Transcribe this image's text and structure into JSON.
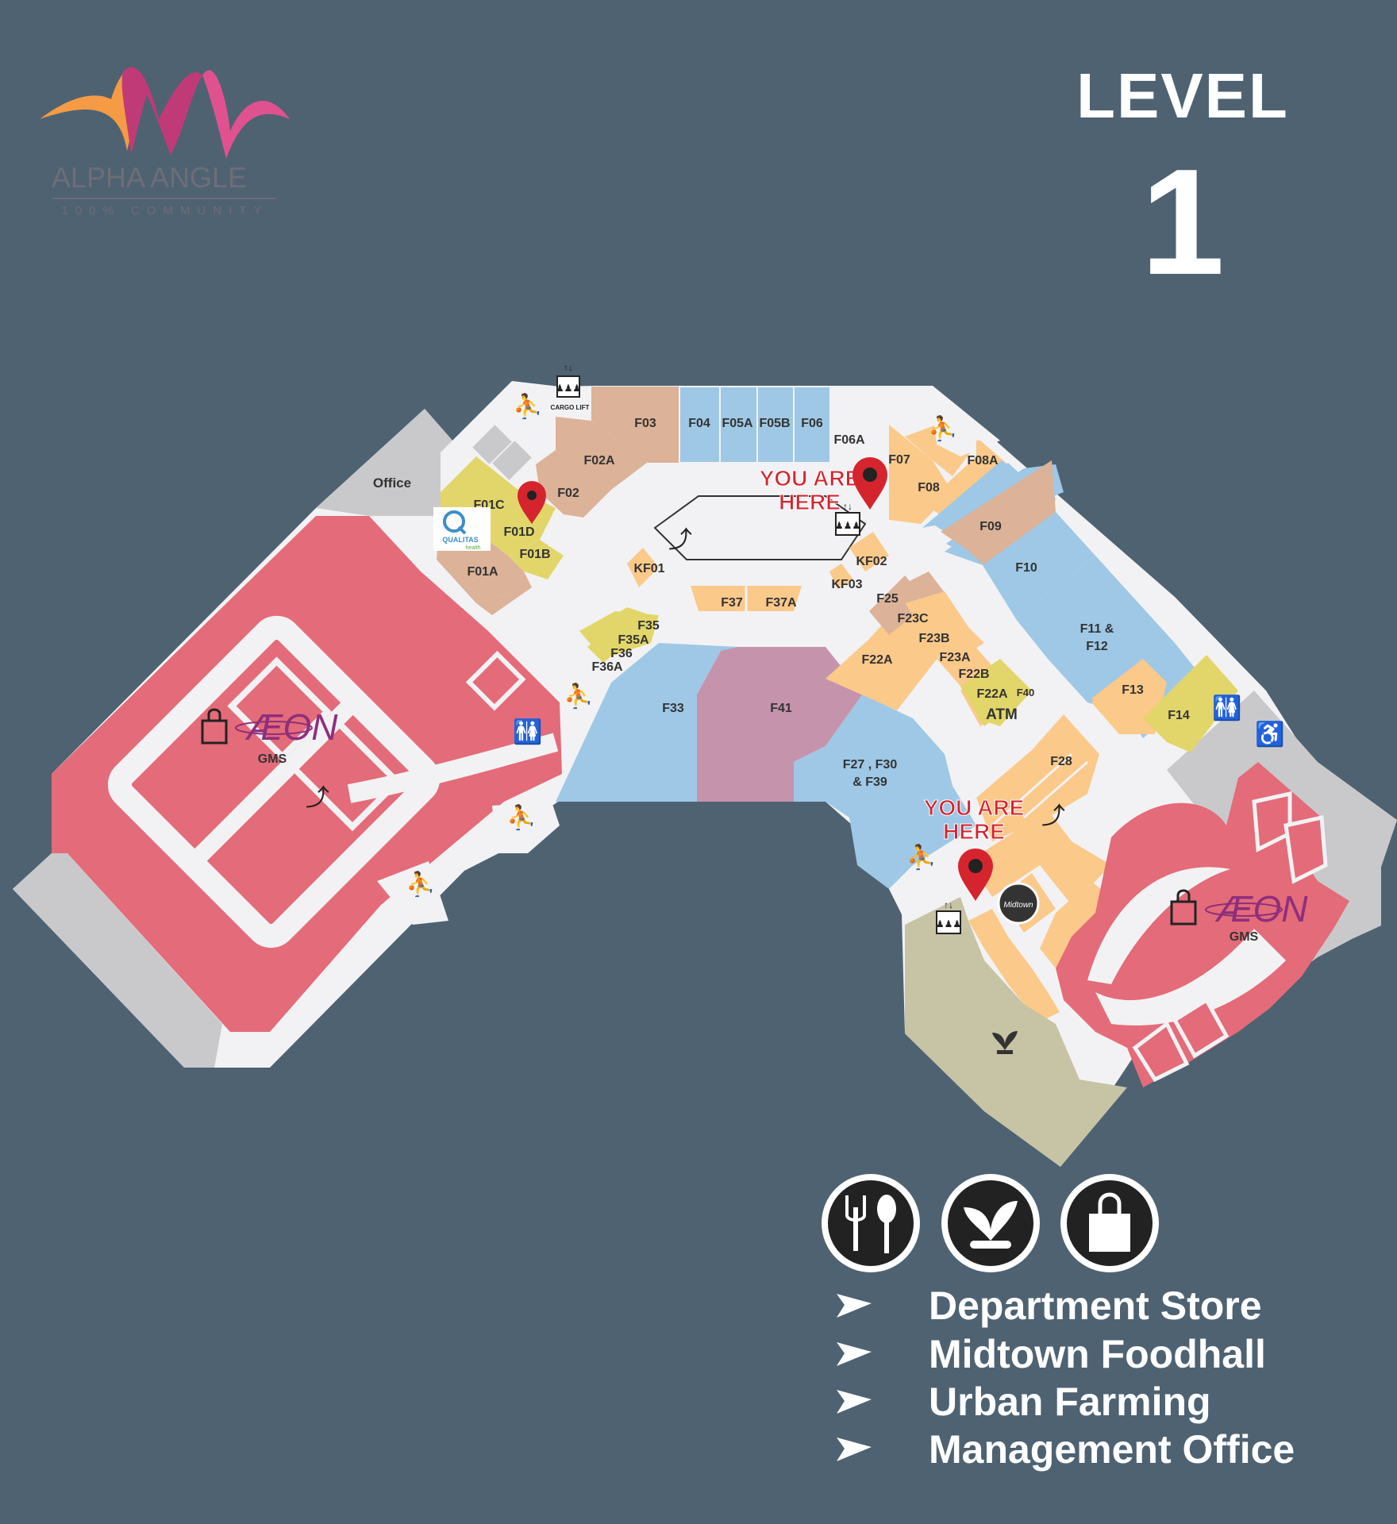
{
  "logo": {
    "name": "ALPHA ANGLE",
    "tagline": "100% COMMUNITY"
  },
  "level": {
    "word": "LEVEL",
    "number": "1"
  },
  "colors": {
    "background": "#4e6272",
    "corridor": "#f2f2f4",
    "department_store": "#e46b79",
    "food": "#fbc98a",
    "retail_blue": "#9ec8e6",
    "retail_brown": "#dcb298",
    "retail_yellow": "#e2d66a",
    "special_purple": "#c693ad",
    "service_gray": "#c8c8c8",
    "urban_farming": "#c7c3a5",
    "marker_red": "#d6242e"
  },
  "lots": {
    "f01a": "F01A",
    "f01b": "F01B",
    "f01c": "F01C",
    "f01d": "F01D",
    "f02": "F02",
    "f02a": "F02A",
    "f03": "F03",
    "f04": "F04",
    "f05a": "F05A",
    "f05b": "F05B",
    "f06": "F06",
    "f06a": "F06A",
    "f07": "F07",
    "f08": "F08",
    "f08a": "F08A",
    "f09": "F09",
    "f10": "F10",
    "f11_line1": "F11 &",
    "f11_line2": "F12",
    "f13": "F13",
    "f14": "F14",
    "kf01": "KF01",
    "kf02": "KF02",
    "kf03": "KF03",
    "f37": "F37",
    "f37a": "F37A",
    "f35": "F35",
    "f35a": "F35A",
    "f36": "F36",
    "f36a": "F36A",
    "f33": "F33",
    "f41": "F41",
    "f27_line1": "F27 , F30",
    "f27_line2": "& F39",
    "f25": "F25",
    "f23c": "F23C",
    "f23b": "F23B",
    "f23a": "F23A",
    "f22a_big": "F22A",
    "f22b": "F22B",
    "f22a_small": "F22A",
    "f40": "F40",
    "atm": "ATM",
    "f28": "F28",
    "office": "Office"
  },
  "labels": {
    "aeon_brand": "ÆON",
    "gms": "GMS",
    "cargo_lift": "CARGO LIFT",
    "you_are": "YOU ARE",
    "here": "HERE",
    "qualitas_line1": "QUALITAS",
    "qualitas_line2": "health",
    "midtown_badge": "Midtown"
  },
  "legend_icons": [
    "fork-spoon-icon",
    "sprout-icon",
    "shopping-bag-icon"
  ],
  "legend": [
    {
      "label": "Department Store"
    },
    {
      "label": "Midtown Foodhall"
    },
    {
      "label": "Urban Farming"
    },
    {
      "label": "Management Office"
    }
  ]
}
